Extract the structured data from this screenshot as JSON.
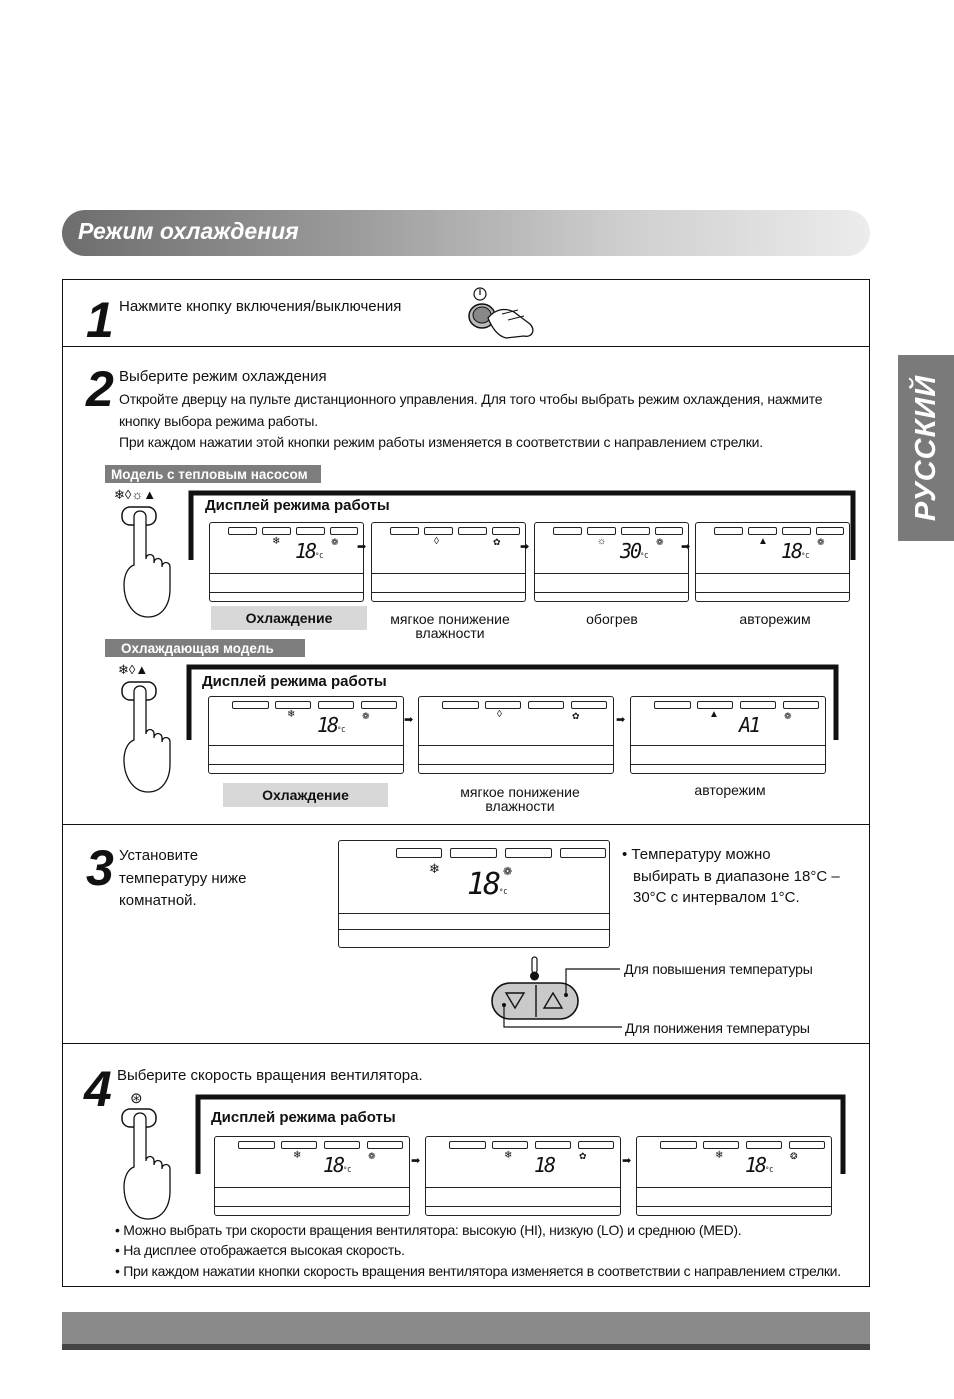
{
  "section_title": "Режим охлаждения",
  "side_tab": "РУССКИЙ",
  "step1": {
    "num": "1",
    "text": "Нажмите кнопку включения/выключения"
  },
  "step2": {
    "num": "2",
    "heading": "Выберите режим охлаждения",
    "line1": "Откройте дверцу на пульте дистанционного управления. Для того чтобы выбрать режим охлаждения, нажмите",
    "line2": "кнопку выбора режима работы.",
    "line3": "При каждом нажатии этой кнопки режим работы изменяется в соответствии с направлением стрелки.",
    "heatpump": {
      "tag": "Модель с тепловым насосом",
      "display_title": "Дисплей режима работы",
      "button_icons": "❄◊☼▲",
      "displays": [
        {
          "mode": "❄",
          "temp": "18",
          "unit": "°C",
          "fan": "❁"
        },
        {
          "mode": "◊",
          "temp": "",
          "unit": "",
          "fan": "✿"
        },
        {
          "mode": "☼",
          "temp": "30",
          "unit": "°C",
          "fan": "❁"
        },
        {
          "mode": "▲",
          "temp": "18",
          "unit": "°C",
          "fan": "❁"
        }
      ],
      "labels": [
        "Охлаждение",
        "мягкое понижение\nвлажности",
        "обогрев",
        "авторежим"
      ]
    },
    "cooling": {
      "tag": "Охлаждающая модель",
      "display_title": "Дисплей режима работы",
      "button_icons": "❄◊▲",
      "displays": [
        {
          "mode": "❄",
          "temp": "18",
          "unit": "°C",
          "fan": "❁"
        },
        {
          "mode": "◊",
          "temp": "",
          "unit": "",
          "fan": "✿"
        },
        {
          "mode": "▲",
          "temp": "A1",
          "unit": "",
          "fan": "❁"
        }
      ],
      "labels": [
        "Охлаждение",
        "мягкое понижение\nвлажности",
        "авторежим"
      ]
    }
  },
  "step3": {
    "num": "3",
    "text1": "Установите",
    "text2": "температуру ниже",
    "text3": "комнатной.",
    "display": {
      "mode": "❄",
      "temp": "18",
      "unit": "°C",
      "fan": "❁"
    },
    "note1": "• Температуру можно",
    "note2": "выбирать в диапазоне 18°C –",
    "note3": "30°C с интервалом 1°C.",
    "up_label": "Для повышения температуры",
    "down_label": "Для понижения температуры"
  },
  "step4": {
    "num": "4",
    "text": "Выберите скорость вращения вентилятора.",
    "display_title": "Дисплей режима работы",
    "displays": [
      {
        "mode": "❄",
        "temp": "18",
        "unit": "°C",
        "fan": "❁"
      },
      {
        "mode": "❄",
        "temp": "18",
        "unit": "",
        "fan": "✿"
      },
      {
        "mode": "❄",
        "temp": "18",
        "unit": "°C",
        "fan": "❂"
      }
    ],
    "bullet1": "• Можно выбрать три скорости вращения вентилятора: высокую (HI), низкую (LO) и среднюю (MED).",
    "bullet2": "• На дисплее отображается высокая скорость.",
    "bullet3": "• При каждом нажатии кнопки скорость вращения вентилятора изменяется в соответствии с направлением стрелки."
  }
}
